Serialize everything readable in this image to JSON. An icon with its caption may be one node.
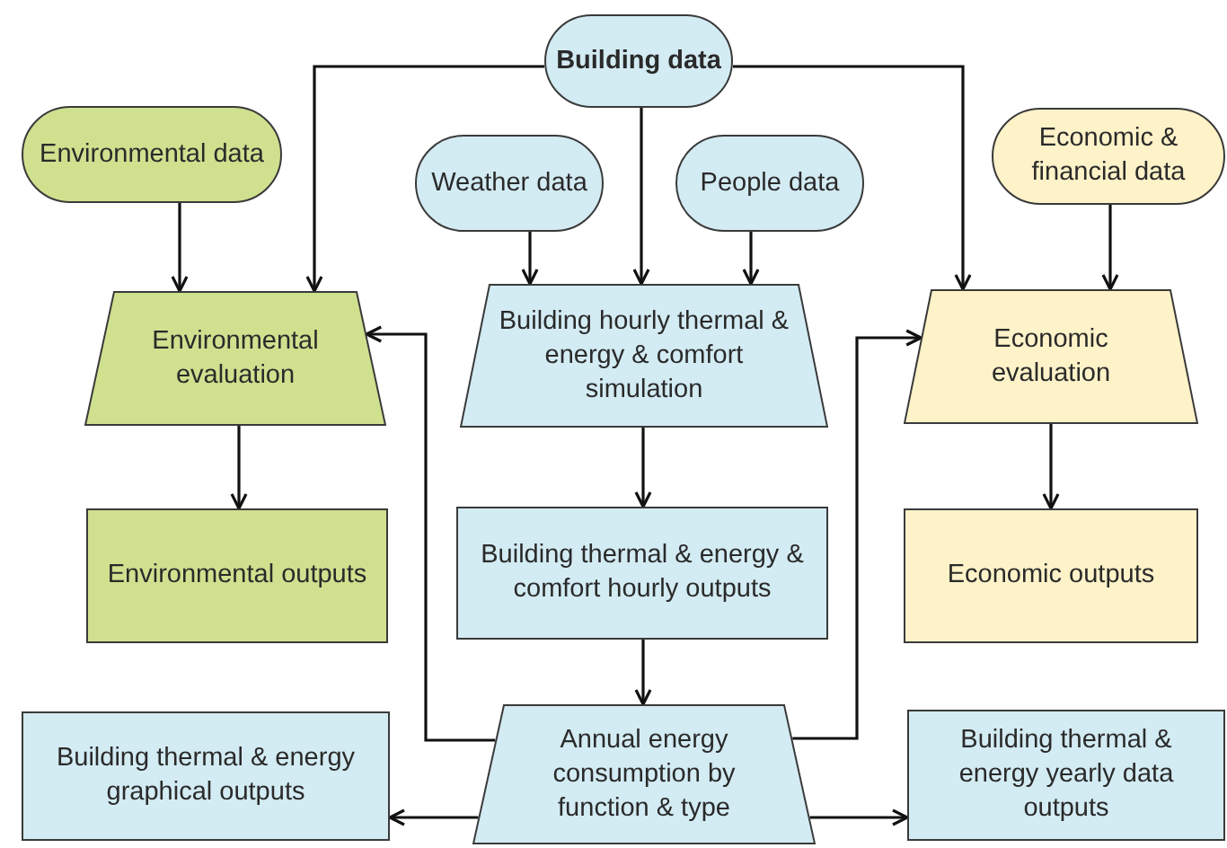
{
  "diagram": {
    "nodes": [
      {
        "text": [
          "Building data"
        ]
      },
      {
        "text": [
          "Environmental data"
        ]
      },
      {
        "text": [
          "Weather data"
        ]
      },
      {
        "text": [
          "People data"
        ]
      },
      {
        "text": [
          "Economic & financial data"
        ]
      },
      {
        "text": [
          "Environmental evaluation"
        ]
      },
      {
        "text": [
          "Building hourly thermal & energy & comfort simulation"
        ]
      },
      {
        "text": [
          "Economic evaluation"
        ]
      },
      {
        "text": [
          "Environmental outputs"
        ]
      },
      {
        "text": [
          "Building thermal & energy & comfort hourly outputs"
        ]
      },
      {
        "text": [
          "Economic outputs"
        ]
      },
      {
        "text": [
          "Building thermal & energy graphical outputs"
        ]
      },
      {
        "text": [
          "Annual energy consumption by function & type"
        ]
      },
      {
        "text": [
          "Building thermal & energy yearly data outputs"
        ]
      }
    ],
    "edges": [
      {
        "from": 0,
        "to": 5,
        "arrow": "to"
      },
      {
        "from": 0,
        "to": 6,
        "arrow": "to"
      },
      {
        "from": 0,
        "to": 7,
        "arrow": "to"
      },
      {
        "from": 1,
        "to": 5,
        "arrow": "to"
      },
      {
        "from": 2,
        "to": 6,
        "arrow": "to"
      },
      {
        "from": 3,
        "to": 6,
        "arrow": "to"
      },
      {
        "from": 4,
        "to": 7,
        "arrow": "to"
      },
      {
        "from": 5,
        "to": 8,
        "arrow": "to"
      },
      {
        "from": 6,
        "to": 9,
        "arrow": "to"
      },
      {
        "from": 7,
        "to": 10,
        "arrow": "to"
      },
      {
        "from": 9,
        "to": 12,
        "arrow": "to"
      },
      {
        "from": 12,
        "to": 5,
        "arrow": "to"
      },
      {
        "from": 12,
        "to": 7,
        "arrow": "to"
      },
      {
        "from": 12,
        "to": 11,
        "arrow": "to"
      },
      {
        "from": 12,
        "to": 13,
        "arrow": "to"
      }
    ]
  }
}
